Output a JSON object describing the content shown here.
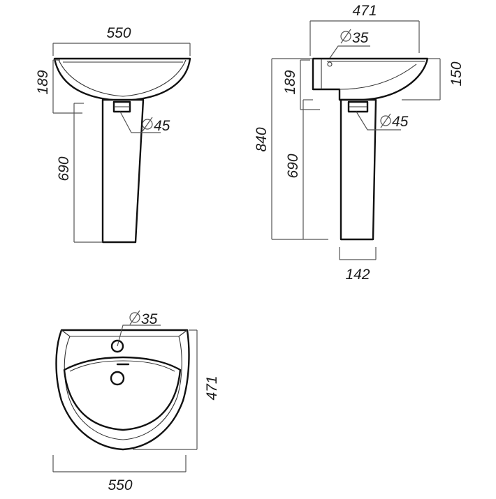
{
  "drawing": {
    "front_view": {
      "width_label": "550",
      "bowl_height_label": "189",
      "pedestal_height_label": "690",
      "waste_label": "45"
    },
    "side_view": {
      "depth_label": "471",
      "tap_hole_label": "35",
      "back_height_label": "150",
      "overall_height_label": "840",
      "bowl_height_label": "189",
      "pedestal_height_label": "690",
      "waste_label": "45",
      "pedestal_width_label": "142"
    },
    "top_view": {
      "tap_hole_label": "35",
      "depth_label": "471",
      "width_label": "550"
    }
  }
}
